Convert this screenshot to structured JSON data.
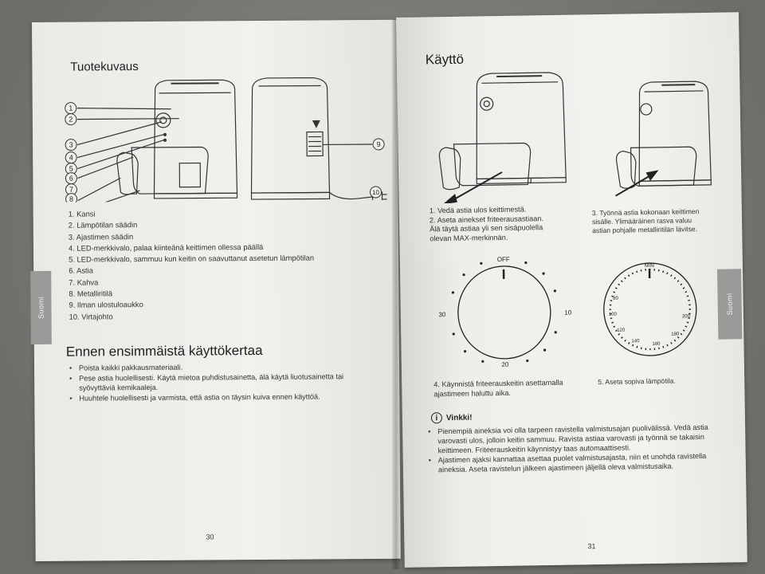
{
  "left_page": {
    "heading": "Tuotekuvaus",
    "callouts": [
      "1",
      "2",
      "3",
      "4",
      "5",
      "6",
      "7",
      "8",
      "9",
      "10"
    ],
    "parts": [
      "1.  Kansi",
      "2.  Lämpötilan säädin",
      "3.  Ajastimen säädin",
      "4.  LED-merkkivalo, palaa kiinteänä keittimen ollessa päällä",
      "5.  LED-merkkivalo, sammuu kun keitin on saavuttanut asetetun lämpötilan",
      "6.  Astia",
      "7.  Kahva",
      "8.  Metalliritilä",
      "9.  Ilman ulostuloaukko",
      "10. Virtajohto"
    ],
    "heading2": "Ennen ensimmäistä käyttökertaa",
    "bullets": [
      "Poista kaikki pakkausmateriaali.",
      "Pese astia huolellisesti. Käytä mietoa puhdistusainetta, älä käytä liuotusainetta tai syövyttäviä kemikaaleja.",
      "Huuhtele huolellisesti ja varmista, että astia on täysin kuiva ennen käyttöä."
    ],
    "side_tab": "Suomi",
    "page_number": "30"
  },
  "right_page": {
    "heading": "Käyttö",
    "step1": [
      "1.  Vedä astia ulos keittimestä.",
      "2.  Aseta ainekset friteerausastiaan.",
      "     Älä täytä astiaa yli sen sisäpuolella",
      "     olevan MAX-merkinnän."
    ],
    "step3": [
      "3.  Työnnä astia kokonaan keittimen",
      "     sisälle. Ylimääräinen rasva valuu",
      "     astian pohjalle metalliritilän lävitse."
    ],
    "timer_dial": {
      "off": "OFF",
      "left": "30",
      "right": "10",
      "bottom": "20"
    },
    "temp_dial": {
      "min": "MIN",
      "labels": [
        "80",
        "100",
        "120",
        "140",
        "160",
        "180",
        "200"
      ]
    },
    "step4": [
      "4.  Käynnistä friteerauskeitin asettamalla",
      "     ajastimeen haluttu aika."
    ],
    "step5": "5.  Aseta sopiva lämpötila.",
    "vinkki": "Vinkki!",
    "tips": [
      "Pienempiä aineksia voi olla tarpeen ravistella valmistusajan puolivälissä. Vedä astia varovasti ulos, jolloin keitin sammuu. Ravista astiaa varovasti ja työnnä se takaisin keittimeen. Friteerauskeitin käynnistyy taas automaattisesti.",
      "Ajastimen ajaksi kannattaa asettaa puolet valmistusajasta, niin et unohda ravistella aineksia. Aseta ravistelun jälkeen ajastimeen jäljellä oleva valmistusaika."
    ],
    "side_tab": "Suomi",
    "page_number": "31"
  }
}
